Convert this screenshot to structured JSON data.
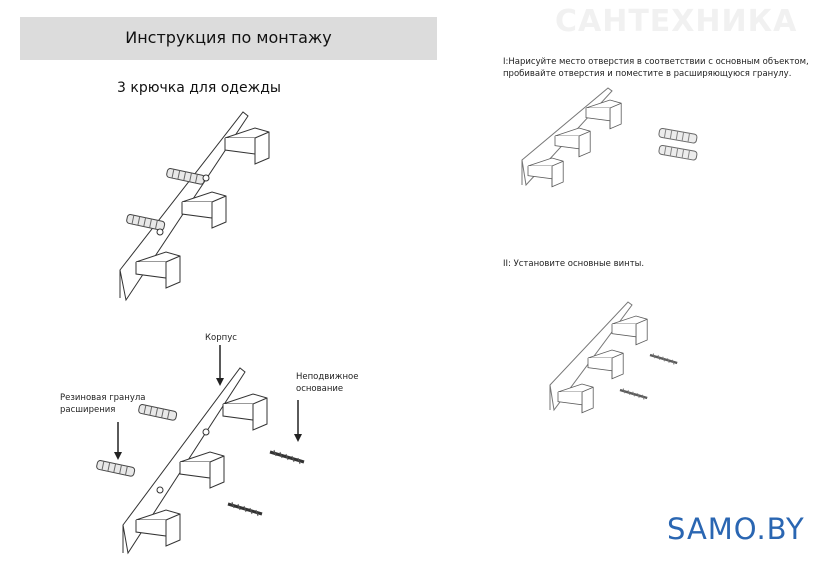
{
  "header": {
    "title": "Инструкция по монтажу"
  },
  "product": {
    "subtitle": "3 крючка для одежды"
  },
  "labels": {
    "body": "Корпус",
    "fixed_base": "Неподвижное основание",
    "anchor": "Резиновая гранула расширения"
  },
  "steps": {
    "step1": "I:Нарисуйте место отверстия в соответствии с основным объектом, пробивайте отверстия и поместите в расширяющуюся гранулу.",
    "step2": "II: Установите основные винты."
  },
  "watermark": {
    "text": "САНТЕХНИКА"
  },
  "brand": {
    "text": "SAMO.BY",
    "color": "#2a66b2"
  }
}
